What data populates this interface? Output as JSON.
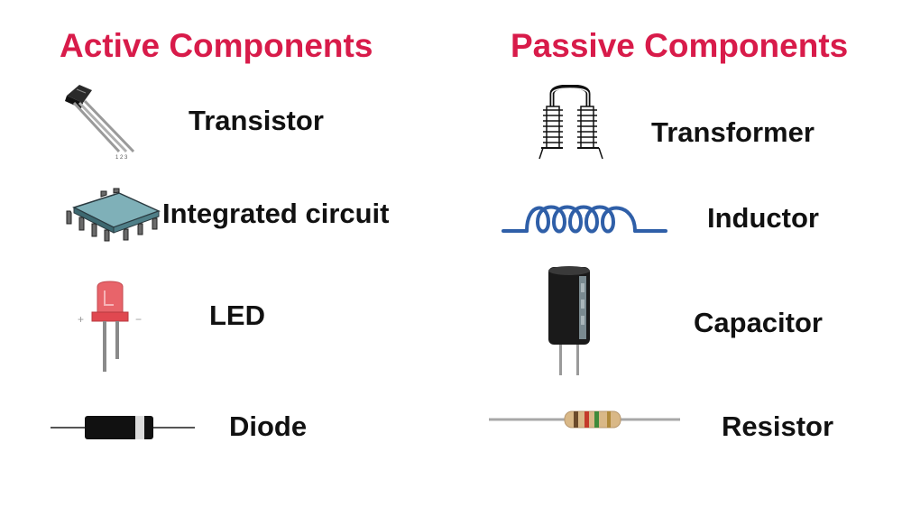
{
  "active": {
    "heading": "Active Components",
    "items": [
      {
        "label": "Transistor",
        "icon": "transistor-icon"
      },
      {
        "label": "Integrated circuit",
        "icon": "integrated-circuit-icon"
      },
      {
        "label": "LED",
        "icon": "led-icon"
      },
      {
        "label": "Diode",
        "icon": "diode-icon"
      }
    ]
  },
  "passive": {
    "heading": "Passive Components",
    "items": [
      {
        "label": "Transformer",
        "icon": "transformer-icon"
      },
      {
        "label": "Inductor",
        "icon": "inductor-icon"
      },
      {
        "label": "Capacitor",
        "icon": "capacitor-icon"
      },
      {
        "label": "Resistor",
        "icon": "resistor-icon"
      }
    ]
  },
  "colors": {
    "heading": "#d81b4a",
    "label": "#111111",
    "inductor_coil": "#2f5fa8",
    "ic_body": "#7fb0b8",
    "led_body": "#e8646a",
    "resistor_body": "#d9b887"
  }
}
